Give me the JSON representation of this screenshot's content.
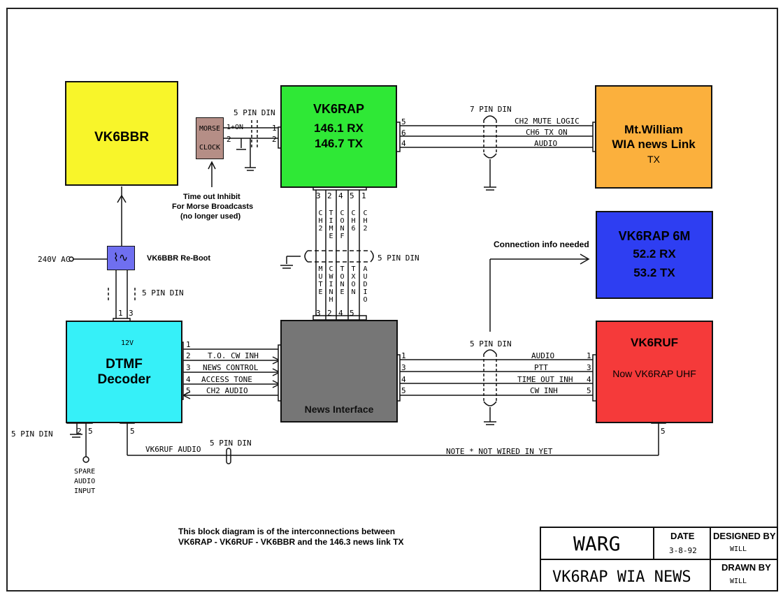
{
  "colors": {
    "bbr": "#f8f52a",
    "rap": "#2fe836",
    "mtwilliam": "#fbb03d",
    "sixm": "#2e3ef2",
    "dtmf": "#36f0f8",
    "news": "#767676",
    "ruf": "#f53a3a",
    "clock": "#b58e86",
    "relay": "#6f6ff0"
  },
  "blocks": {
    "vk6bbr": {
      "title": "VK6BBR"
    },
    "vk6rap": {
      "title": "VK6RAP",
      "line1": "146.1 RX",
      "line2": "146.7 TX"
    },
    "mtwilliam": {
      "title": "Mt.William",
      "line1": "WIA news Link",
      "line2": "TX"
    },
    "sixm": {
      "title": "VK6RAP 6M",
      "line1": "52.2 RX",
      "line2": "53.2 TX"
    },
    "dtmf": {
      "line1": "DTMF",
      "line2": "Decoder"
    },
    "news": {
      "title": "News Interface"
    },
    "ruf": {
      "title": "VK6RUF",
      "line1": "Now VK6RAP UHF"
    },
    "clock": {
      "line1": "MORSE",
      "line2": "CLOCK"
    }
  },
  "annotations": {
    "timeout1": "Time out Inhibit",
    "timeout2": "For Morse Broadcasts",
    "timeout3": "(no longer used)",
    "conn_info": "Connection info needed",
    "reboot": "VK6BBR Re-Boot",
    "ac": "240V AC",
    "v12": "12V",
    "spare1": "SPARE",
    "spare2": "AUDIO",
    "spare3": "INPUT",
    "ruf_audio": "VK6RUF AUDIO",
    "note": "NOTE * NOT WIRED IN YET",
    "desc1": "This block diagram is of the interconnections between",
    "desc2": "VK6RAP - VK6RUF - VK6BBR and the 146.3 news link TX"
  },
  "connectors": {
    "din5": "5 PIN DIN",
    "din7": "7 PIN DIN"
  },
  "rap_to_mt": [
    {
      "pin": "5",
      "label": "CH2 MUTE LOGIC"
    },
    {
      "pin": "6",
      "label": "CH6 TX ON"
    },
    {
      "pin": "4",
      "label": "AUDIO"
    }
  ],
  "dtmf_to_news": [
    {
      "pin": "1",
      "label": ""
    },
    {
      "pin": "2",
      "label": "T.O. CW INH"
    },
    {
      "pin": "3",
      "label": "NEWS CONTROL"
    },
    {
      "pin": "4",
      "label": "ACCESS TONE"
    },
    {
      "pin": "5",
      "label": "CH2 AUDIO"
    }
  ],
  "news_to_ruf": [
    {
      "pin": "1",
      "label": "AUDIO",
      "rpin": "1"
    },
    {
      "pin": "3",
      "label": "PTT",
      "rpin": "3"
    },
    {
      "pin": "4",
      "label": "TIME OUT INH",
      "rpin": "4"
    },
    {
      "pin": "5",
      "label": "CW INH",
      "rpin": "5"
    }
  ],
  "vertical_bus": {
    "top_pins": [
      "3",
      "2",
      "4",
      "5",
      "1"
    ],
    "upper_labels": [
      "CH2",
      "TIME",
      "CONF",
      "CH6",
      "CH2"
    ],
    "lower_labels": [
      "MUTE",
      "CW INH",
      "TONE",
      "TX ON",
      "AUDIO"
    ],
    "bottom_pins": [
      "3",
      "2",
      "4",
      "5",
      ""
    ]
  },
  "misc_pins": {
    "clock_on": "1+ON",
    "clock_2": "2",
    "clock_rap_1": "1",
    "clock_rap_2": "2",
    "dtmf_top_1": "1",
    "dtmf_top_3": "3",
    "dtmf_bottom_2": "2",
    "dtmf_bottom_5a": "5",
    "dtmf_bottom_5b": "5",
    "ruf_bottom_5": "5"
  },
  "title_block": {
    "company": "WARG",
    "date_label": "DATE",
    "date_value": "3-8-92",
    "designed_label": "DESIGNED BY",
    "designed_value": "WILL",
    "drawn_label": "DRAWN BY",
    "drawn_value": "WILL",
    "drawing_title": "VK6RAP WIA NEWS"
  }
}
